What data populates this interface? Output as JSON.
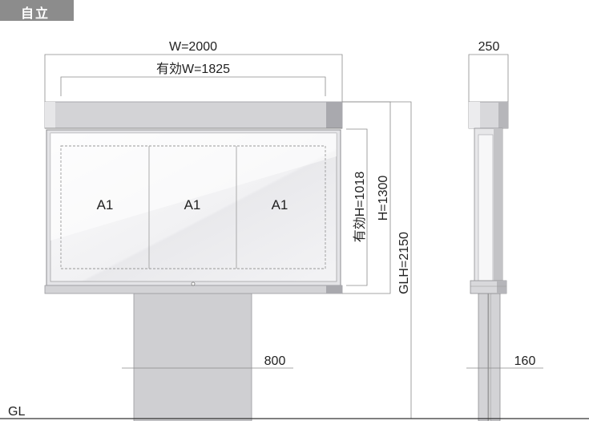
{
  "header": {
    "tag": "自立"
  },
  "front_view": {
    "width_label": "W=2000",
    "effective_width_label": "有効W=1825",
    "panel_labels": [
      "A1",
      "A1",
      "A1"
    ],
    "effective_height_label": "有効H=1018",
    "height_label": "H=1300",
    "ground_height_label": "GLH=2150",
    "post_width_label": "800"
  },
  "side_view": {
    "depth_label": "250",
    "post_width_label": "160"
  },
  "ground_label": "GL",
  "colors": {
    "tag_bg": "#8c8c8c",
    "frame": "#d3d3d6",
    "frame_dark": "#a9a9ae",
    "post": "#cfcfd2",
    "glass": "#f6f6f7"
  }
}
